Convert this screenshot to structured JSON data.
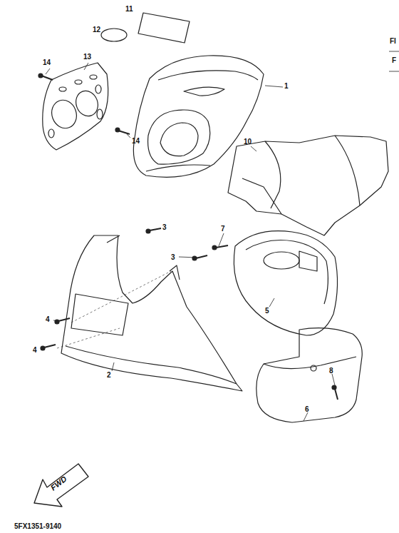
{
  "diagram": {
    "labels": [
      "11",
      "12",
      "14",
      "13",
      "14",
      "1",
      "10",
      "3",
      "3",
      "7",
      "4",
      "5",
      "4",
      "2",
      "8",
      "6",
      "FWD",
      "5FX1351-9140",
      "FI",
      "F"
    ]
  }
}
